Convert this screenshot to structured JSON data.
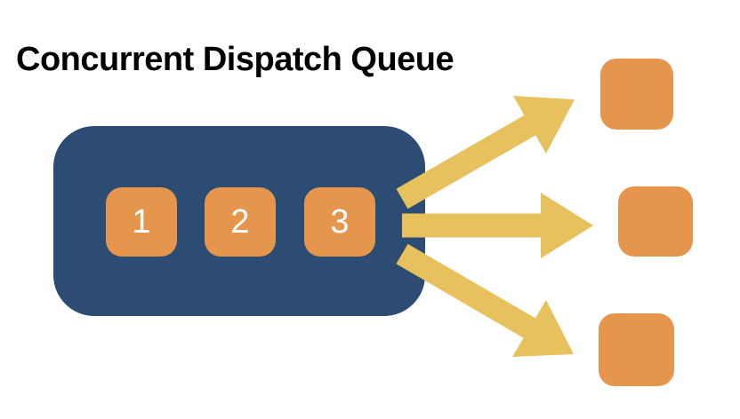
{
  "title": "Concurrent Dispatch Queue",
  "queue": {
    "name": "Concurrent Dispatch Queue",
    "tasks": [
      {
        "label": "1"
      },
      {
        "label": "2"
      },
      {
        "label": "3"
      }
    ]
  },
  "arrows": [
    {
      "name": "arrow-up-right",
      "direction": "up-right"
    },
    {
      "name": "arrow-right",
      "direction": "right"
    },
    {
      "name": "arrow-down-right",
      "direction": "down-right"
    }
  ],
  "workers": [
    {
      "name": "worker-top"
    },
    {
      "name": "worker-middle"
    },
    {
      "name": "worker-bottom"
    }
  ],
  "colors": {
    "background": "#FFFFFF",
    "title_text": "#000000",
    "queue_box": "#2C4C74",
    "task_block": "#E5964C",
    "task_label_text": "#FFFFFF",
    "arrow": "#E8C15F",
    "worker_block": "#E5964C"
  }
}
